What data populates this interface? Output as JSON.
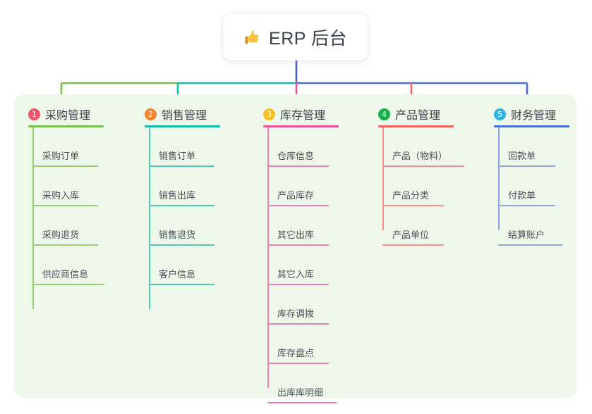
{
  "diagram": {
    "type": "mind-map",
    "root": {
      "icon": "thumbs-up-icon",
      "title": "ERP 后台"
    },
    "panel_color": "#eef8ea",
    "columns": [
      {
        "index": "1",
        "title": "采购管理",
        "badge_color": "#f2566e",
        "line_color": "#7dbf4e",
        "items": [
          "采购订单",
          "采购入库",
          "采购退货",
          "供应商信息"
        ]
      },
      {
        "index": "2",
        "title": "销售管理",
        "badge_color": "#f5822c",
        "line_color": "#12bfa6",
        "items": [
          "销售订单",
          "销售出库",
          "销售退货",
          "客户信息"
        ]
      },
      {
        "index": "3",
        "title": "库存管理",
        "badge_color": "#f6c02b",
        "line_color": "#ee4f9b",
        "items": [
          "仓库信息",
          "产品库存",
          "其它出库",
          "其它入库",
          "库存调拨",
          "库存盘点",
          "出库库明细"
        ]
      },
      {
        "index": "4",
        "title": "产品管理",
        "badge_color": "#18b04a",
        "line_color": "#f2655f",
        "items": [
          "产品（物料）",
          "产品分类",
          "产品单位"
        ]
      },
      {
        "index": "5",
        "title": "财务管理",
        "badge_color": "#2eb3e8",
        "line_color": "#4a6fd4",
        "items": [
          "回款单",
          "付款单",
          "结算账户"
        ]
      }
    ],
    "connectors": {
      "root_stem_color": "#4a5fc1",
      "bus_segments": [
        {
          "from": "col1",
          "to": "col2",
          "color": "#7dbf4e"
        },
        {
          "from": "col2",
          "to": "center",
          "color": "#12bfa6"
        },
        {
          "from": "center",
          "to": "col5",
          "color": "#4a5fc1"
        }
      ]
    }
  }
}
